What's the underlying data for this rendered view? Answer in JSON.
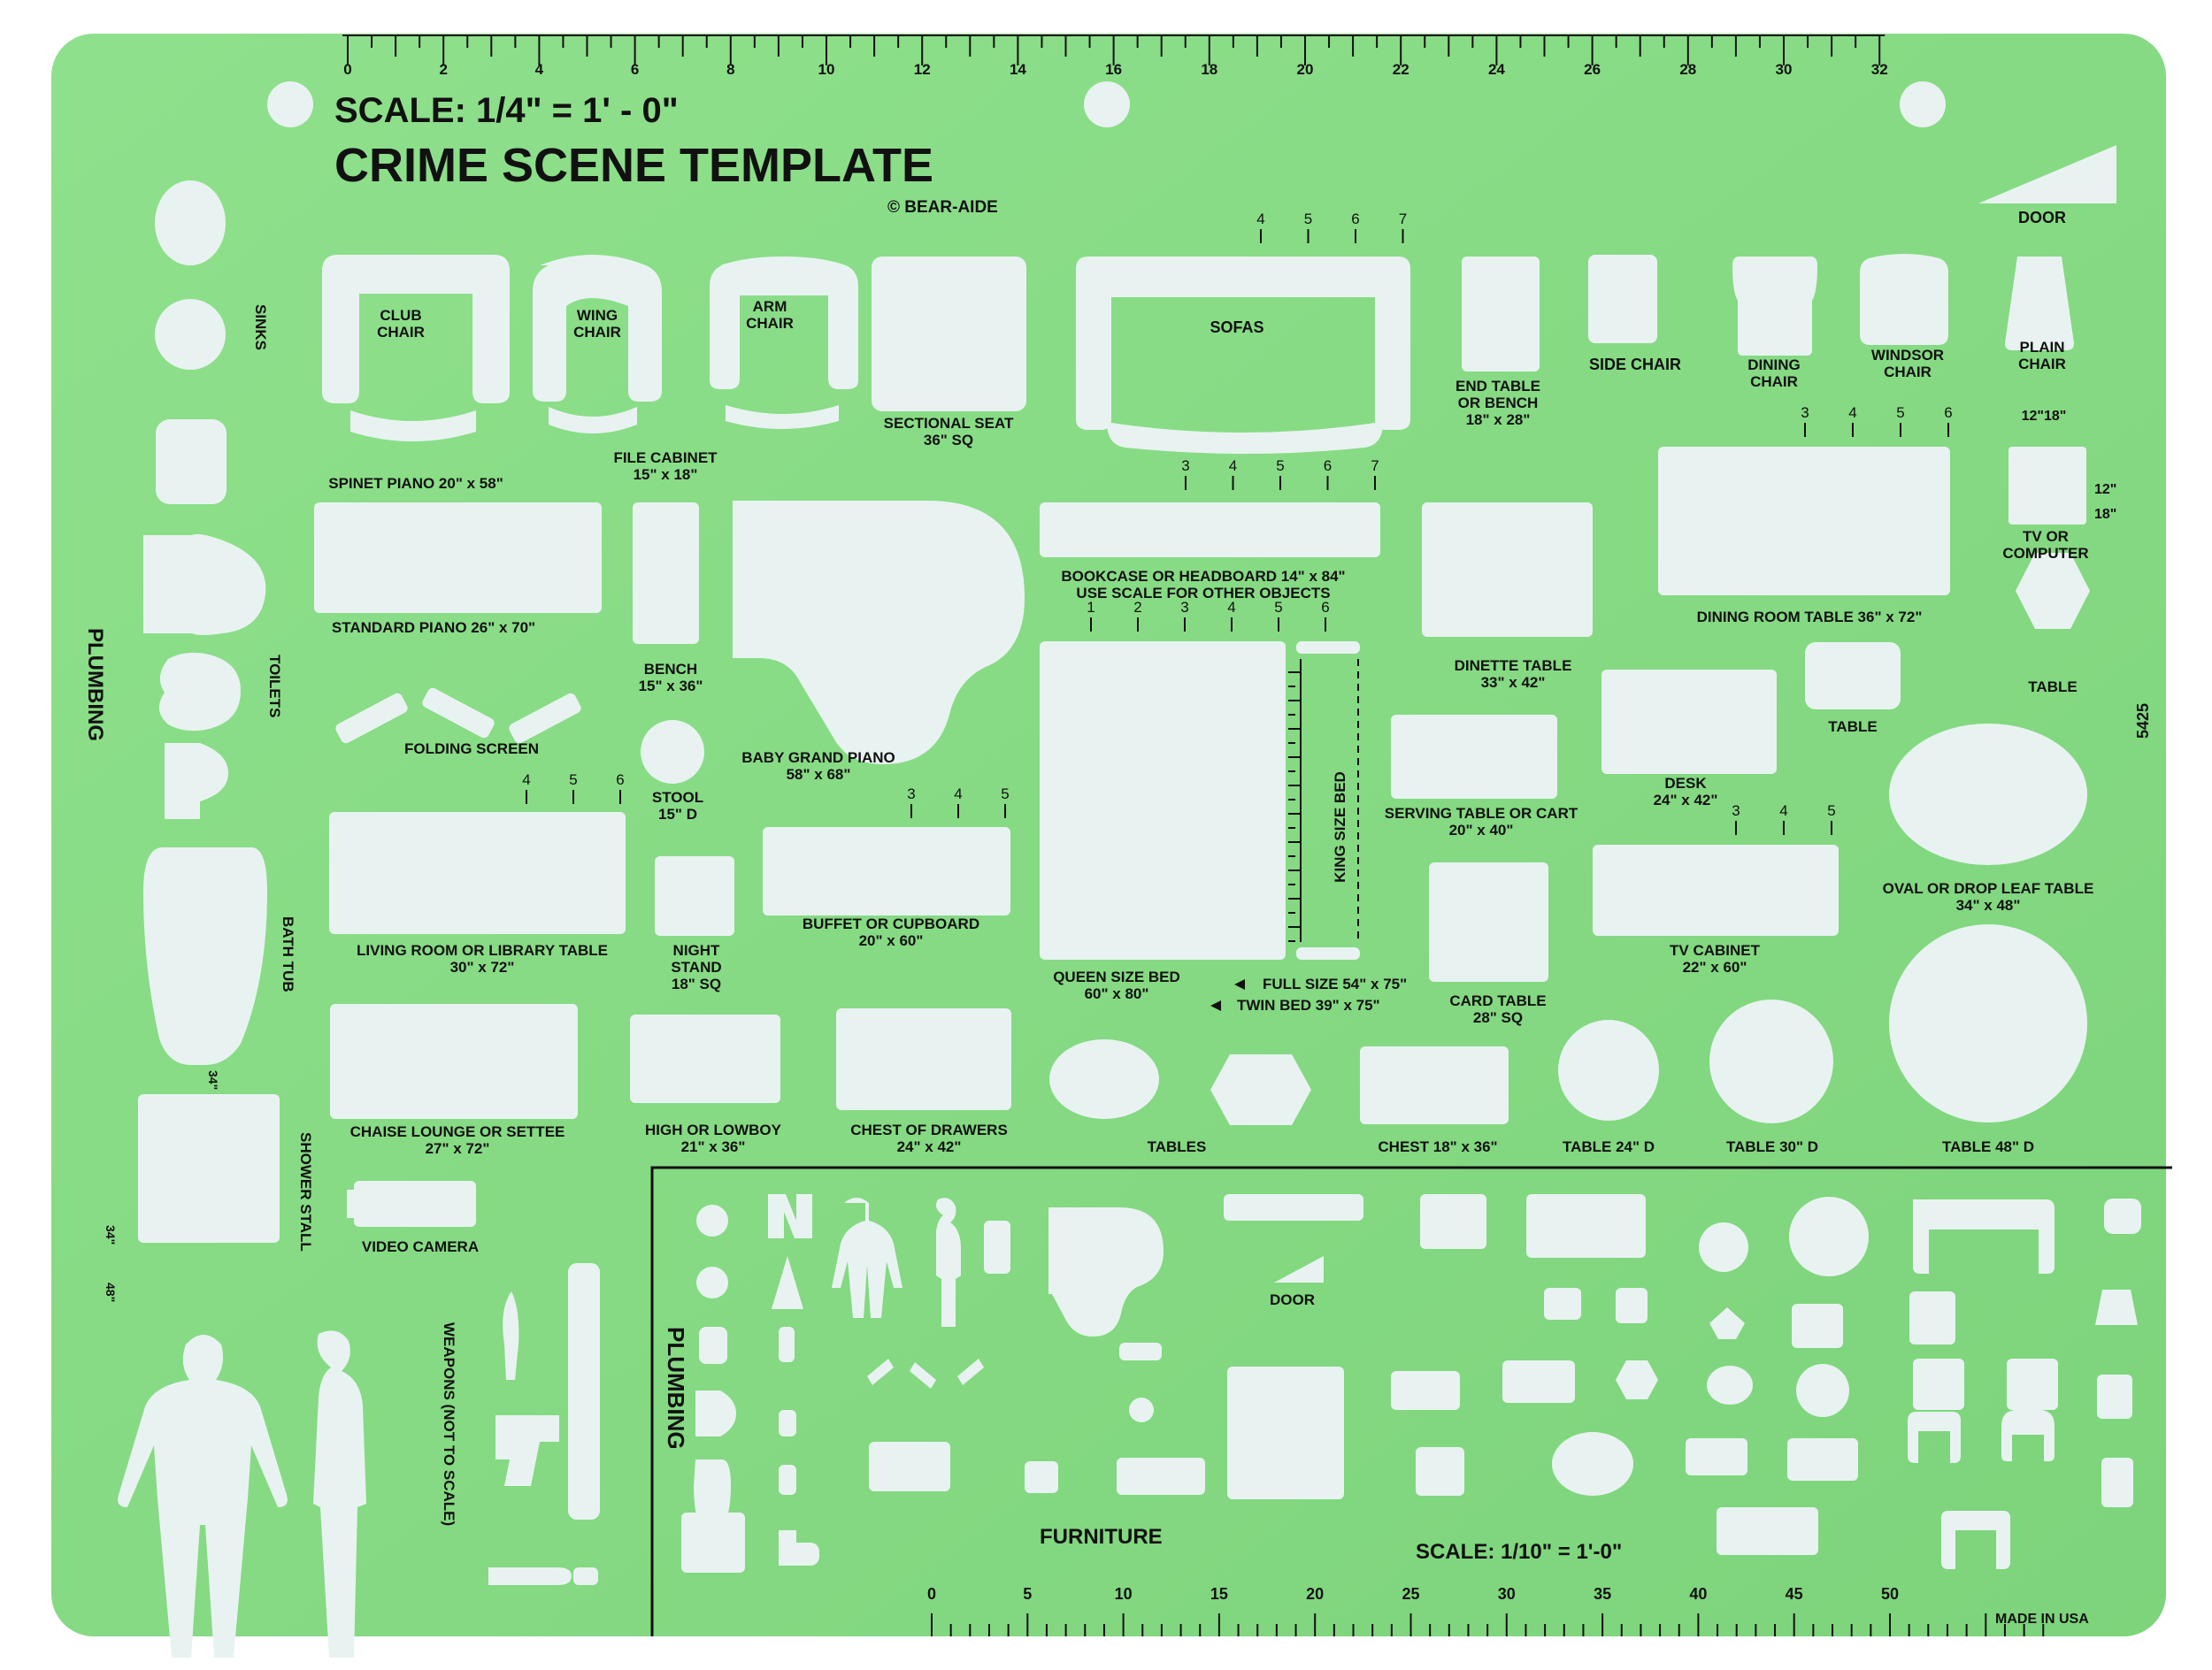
{
  "header": {
    "scale": "SCALE: 1/4\" = 1' - 0\"",
    "title": "CRIME SCENE TEMPLATE",
    "copyright": "© BEAR-AIDE",
    "product_number": "5425"
  },
  "top_ruler": {
    "ticks": [
      "0",
      "2",
      "4",
      "6",
      "8",
      "10",
      "12",
      "14",
      "16",
      "18",
      "20",
      "22",
      "24",
      "26",
      "28",
      "30",
      "32"
    ]
  },
  "bottom_ruler": {
    "ticks": [
      "0",
      "5",
      "10",
      "15",
      "20",
      "25",
      "30",
      "35",
      "40",
      "45",
      "50"
    ]
  },
  "side_labels": {
    "plumbing": "PLUMBING",
    "sinks": "SINKS",
    "toilets": "TOILETS",
    "bath_tub": "BATH TUB",
    "shower_stall": "SHOWER STALL",
    "shower_dim_a": "34\"",
    "shower_dim_b": "34\"",
    "shower_dim_c": "48\"",
    "weapons": "WEAPONS (NOT TO SCALE)"
  },
  "labels": {
    "club_chair": [
      "CLUB",
      "CHAIR"
    ],
    "wing_chair": [
      "WING",
      "CHAIR"
    ],
    "arm_chair": [
      "ARM",
      "CHAIR"
    ],
    "sofas": "SOFAS",
    "sectional_seat": [
      "SECTIONAL SEAT",
      "36\" SQ"
    ],
    "end_table": [
      "END TABLE",
      "OR BENCH",
      "18\" x 28\""
    ],
    "side_chair": "SIDE CHAIR",
    "dining_chair": [
      "DINING",
      "CHAIR"
    ],
    "windsor_chair": [
      "WINDSOR",
      "CHAIR"
    ],
    "plain_chair": [
      "PLAIN",
      "CHAIR"
    ],
    "door": "DOOR",
    "spinet_piano": "SPINET PIANO 20\" x 58\"",
    "file_cabinet": [
      "FILE CABINET",
      "15\" x 18\""
    ],
    "standard_piano": "STANDARD PIANO 26\" x 70\"",
    "bench": [
      "BENCH",
      "15\" x 36\""
    ],
    "bookcase": [
      "BOOKCASE OR HEADBOARD 14\" x 84\"",
      "USE SCALE FOR OTHER OBJECTS"
    ],
    "dining_room_table": "DINING ROOM TABLE 36\" x 72\"",
    "tv_computer": [
      "TV OR",
      "COMPUTER"
    ],
    "tv_dim_12": "12\"",
    "tv_dim_18": "18\"",
    "tv_top_dims": "12\"18\"",
    "dinette_table": [
      "DINETTE TABLE",
      "33\" x 42\""
    ],
    "table_small": "TABLE",
    "table_hex": "TABLE",
    "folding_screen": "FOLDING SCREEN",
    "stool": [
      "STOOL",
      "15\" D"
    ],
    "baby_grand": [
      "BABY GRAND PIANO",
      "58\" x 68\""
    ],
    "king_size_bed": "KING SIZE BED",
    "serving_table": [
      "SERVING TABLE OR CART",
      "20\" x 40\""
    ],
    "desk": [
      "DESK",
      "24\" x 42\""
    ],
    "oval_table": [
      "OVAL OR DROP LEAF TABLE",
      "34\" x 48\""
    ],
    "living_room_table": [
      "LIVING ROOM OR LIBRARY TABLE",
      "30\" x 72\""
    ],
    "night_stand": [
      "NIGHT",
      "STAND",
      "18\" SQ"
    ],
    "buffet": [
      "BUFFET OR CUPBOARD",
      "20\" x 60\""
    ],
    "queen_bed": [
      "QUEEN SIZE BED",
      "60\" x 80\""
    ],
    "full_size": "FULL SIZE 54\" x 75\"",
    "twin_bed": "TWIN BED 39\" x 75\"",
    "card_table": [
      "CARD TABLE",
      "28\" SQ"
    ],
    "tv_cabinet": [
      "TV CABINET",
      "22\" x 60\""
    ],
    "chaise": [
      "CHAISE LOUNGE OR SETTEE",
      "27\" x 72\""
    ],
    "highboy": [
      "HIGH OR LOWBOY",
      "21\" x 36\""
    ],
    "chest_drawers": [
      "CHEST OF DRAWERS",
      "24\" x 42\""
    ],
    "tables": "TABLES",
    "chest": "CHEST 18\" x 36\"",
    "table_24": "TABLE 24\" D",
    "table_30": "TABLE 30\" D",
    "table_48": "TABLE 48\" D",
    "video_camera": "VIDEO CAMERA"
  },
  "small_scale": {
    "plumbing": "PLUMBING",
    "door": "DOOR",
    "furniture": "FURNITURE",
    "scale": "SCALE: 1/10\" = 1'-0\"",
    "made_in": "MADE IN USA"
  },
  "colors": {
    "template_green": "#86dc83",
    "cutout": "#e8f3f1",
    "ink": "#111111"
  }
}
